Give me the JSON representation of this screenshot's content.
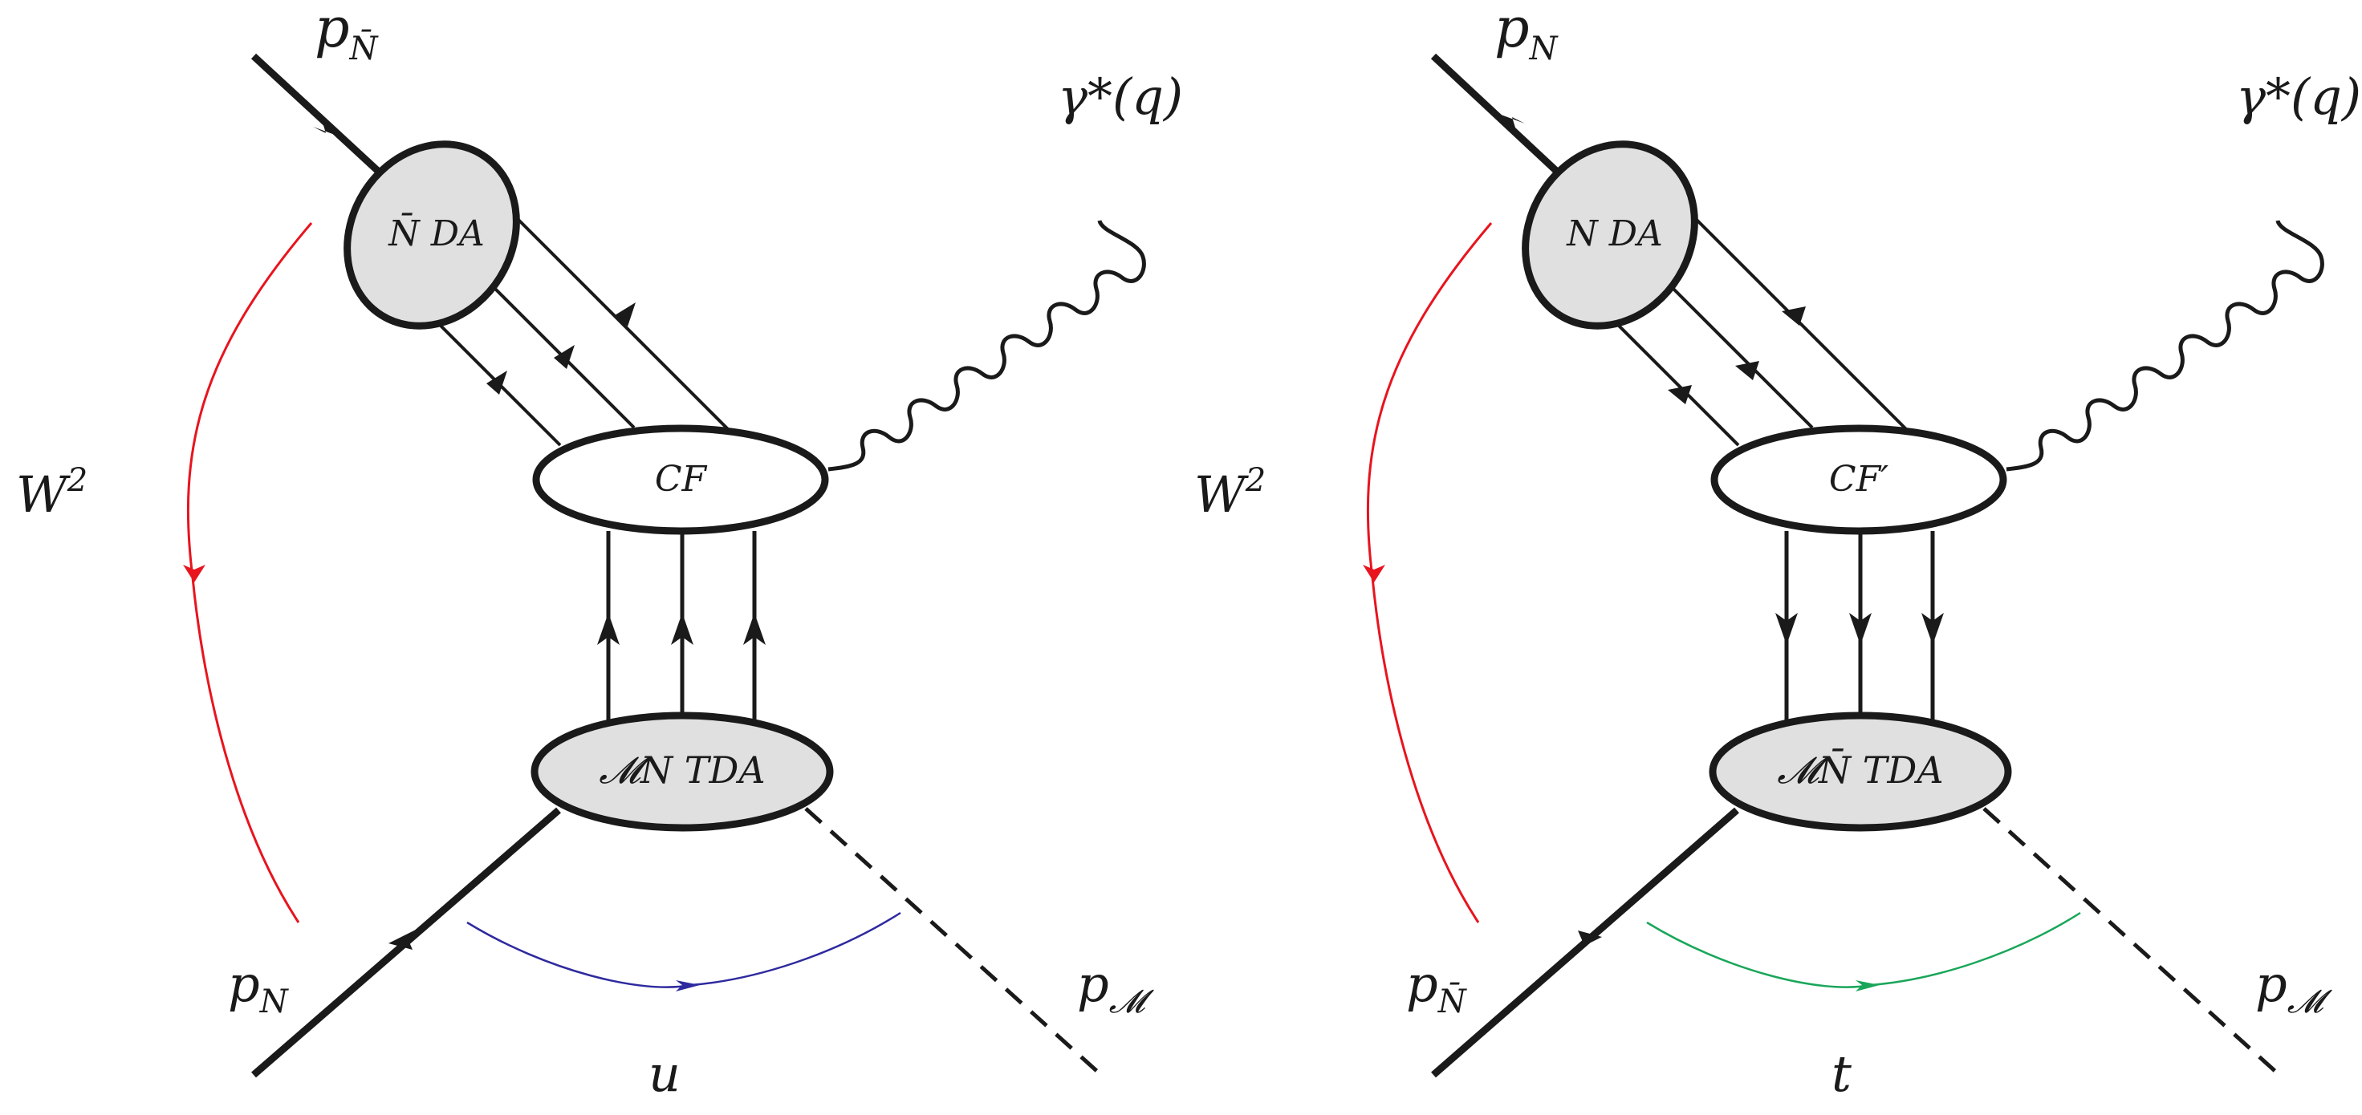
{
  "colors": {
    "ink": "#1a1a1a",
    "blob_fill": "#e0e0e0",
    "w2_arc": "#e8141e",
    "u_arc": "#2e2a9e",
    "t_arc": "#1aa65a"
  },
  "left": {
    "top_momentum": {
      "base": "p",
      "sub": "N̄"
    },
    "photon": "γ*(q)",
    "da_blob": "N̄ DA",
    "cf_blob": "CF",
    "tda_blob": "𝓜N TDA",
    "w2": {
      "base": "W",
      "sup": "2"
    },
    "bottom_momentum": {
      "base": "p",
      "sub": "N"
    },
    "meson_momentum": {
      "base": "p",
      "sub": "𝓜"
    },
    "channel": "u",
    "channel_arc_color": "#2e2a9e"
  },
  "right": {
    "top_momentum": {
      "base": "p",
      "sub": "N"
    },
    "photon": "γ*(q)",
    "da_blob": "N DA",
    "cf_blob": "CF′",
    "tda_blob": "𝓜N̄ TDA",
    "w2": {
      "base": "W",
      "sup": "2"
    },
    "bottom_momentum": {
      "base": "p",
      "sub": "N̄"
    },
    "meson_momentum": {
      "base": "p",
      "sub": "𝓜"
    },
    "channel": "t",
    "channel_arc_color": "#1aa65a"
  }
}
